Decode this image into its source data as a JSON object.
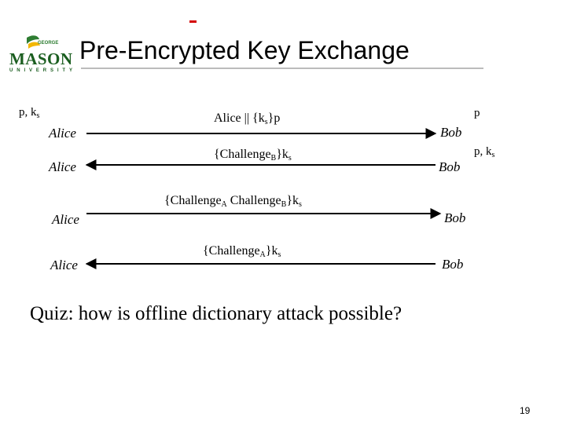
{
  "header": {
    "title": "Pre-Encrypted Key Exchange",
    "logo": {
      "top": "GEORGE",
      "main": "MASON",
      "bottom": "UNIVERSITY"
    },
    "accent_color": "#d40000"
  },
  "diagram": {
    "left_party": "Alice",
    "right_party": "Bob",
    "alice_knowledge": {
      "base": "p, k",
      "sub": "s"
    },
    "bob_knowledge_initial": "p",
    "bob_knowledge_after": {
      "base": "p, k",
      "sub": "s"
    },
    "messages": [
      {
        "direction": "to-bob",
        "parts": [
          "Alice || {k",
          "s",
          "}p"
        ]
      },
      {
        "direction": "to-alice",
        "parts": [
          "{Challenge",
          "B",
          "}k",
          "s"
        ]
      },
      {
        "direction": "to-bob",
        "parts": [
          "{Challenge",
          "A",
          " Challenge",
          "B",
          "}k",
          "s"
        ]
      },
      {
        "direction": "to-alice",
        "parts": [
          "{Challenge",
          "A",
          "}k",
          "s"
        ]
      }
    ]
  },
  "quiz": "Quiz: how is offline dictionary attack possible?",
  "footer": {
    "page_number": "19"
  }
}
